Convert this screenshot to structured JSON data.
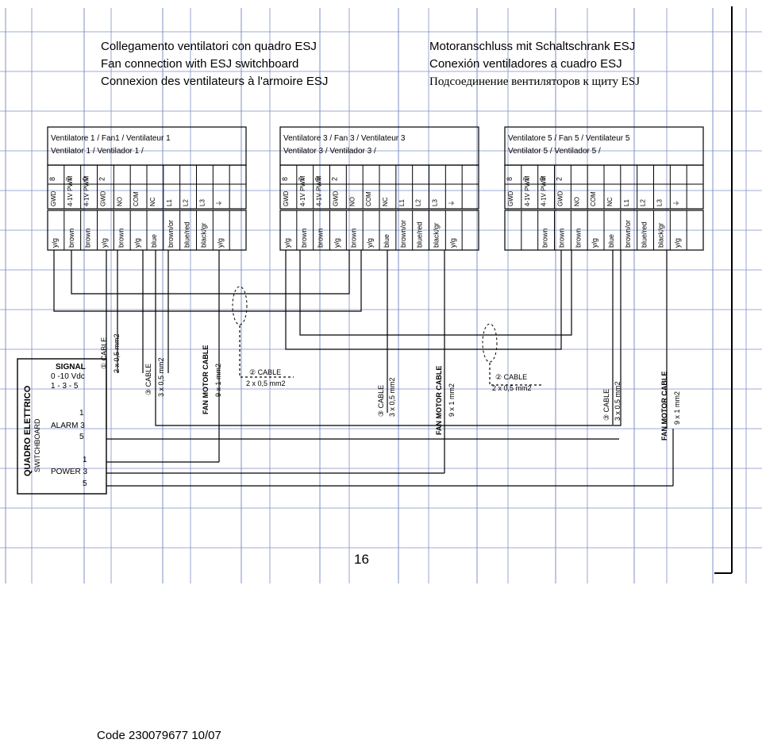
{
  "titles_left": [
    "Collegamento ventilatori con quadro ESJ",
    "Fan connection with ESJ switchboard",
    "Connexion des ventilateurs à l'armoire ESJ"
  ],
  "titles_right": [
    "Motoranschluss mit Schaltschrank ESJ",
    "Conexión ventiladores a cuadro ESJ",
    "Подсоединение вентиляторов к щиту ESJ"
  ],
  "fans": [
    {
      "header": [
        "Ventilatore 1   /   Fan1   /   Ventilateur 1",
        "Ventilator 1   /  Ventilador 1  /"
      ],
      "pins": [
        "8",
        "7",
        "0",
        "2",
        "",
        "",
        "",
        "",
        "",
        ""
      ],
      "terminals": [
        "GWD",
        "4-1V PWM",
        "4-1V PWM",
        "GWD",
        "NO",
        "COM",
        "NC",
        "L1",
        "L2",
        "L3",
        "⏚"
      ],
      "wires": [
        "y/g",
        "brown",
        "brown",
        "y/g",
        "brown",
        "y/g",
        "blue",
        "brown/or",
        "blue/red",
        "black/gr",
        "y/g"
      ]
    },
    {
      "header": [
        "Ventilatore 3   /   Fan 3   /   Ventilateur 3",
        "Ventilator 3   /  Ventilador 3  /"
      ],
      "pins": [
        "8",
        "7",
        "3",
        "2",
        "",
        "",
        "",
        "",
        "",
        ""
      ],
      "terminals": [
        "GWD",
        "4-1V PWM",
        "4-1V PWM",
        "GWD",
        "NO",
        "COM",
        "NC",
        "L1",
        "L2",
        "L3",
        "⏚"
      ],
      "wires": [
        "y/g",
        "brown",
        "brown",
        "y/g",
        "brown",
        "y/g",
        "blue",
        "brown/or",
        "blue/red",
        "black/gr",
        "y/g"
      ]
    },
    {
      "header": [
        "Ventilatore 5   /   Fan 5   /   Ventilateur 5",
        "Ventilator 5   /  Ventilador 5  /"
      ],
      "pins": [
        "8",
        "7",
        "3",
        "2",
        "",
        "",
        "",
        "",
        "",
        ""
      ],
      "terminals": [
        "GWD",
        "4-1V PWM",
        "4-1V PWM",
        "GWD",
        "NO",
        "COM",
        "NC",
        "L1",
        "L2",
        "L3",
        "⏚"
      ],
      "wires": [
        "",
        "",
        "brown",
        "brown",
        "brown",
        "y/g",
        "blue",
        "brown/or",
        "blue/red",
        "black/gr",
        "y/g"
      ]
    }
  ],
  "panel": {
    "title": "QUADRO ELETTRICO",
    "subtitle": "SWITCHBOARD",
    "signal": [
      "SIGNAL",
      "0 -10 Vdc",
      "1 - 3 - 5"
    ],
    "alarm": [
      "1",
      "ALARM 3",
      "5"
    ],
    "power": [
      "1",
      "POWER 3",
      "5"
    ]
  },
  "cables": {
    "c1": [
      "① CABLE",
      "2 x 0,5 mm2"
    ],
    "c3a": [
      "③ CABLE",
      "3 x 0,5 mm2"
    ],
    "fm1": [
      "FAN MOTOR CABLE",
      "9 x 1 mm2"
    ],
    "c2": [
      "② CABLE",
      "2 x 0,5 mm2"
    ],
    "c3b": [
      "③ CABLE",
      "3 x 0,5 mm2"
    ],
    "fm2": [
      "FAN MOTOR CABLE",
      "9 x 1 mm2"
    ],
    "c2b": [
      "② CABLE",
      "2 x 0,5 mm2"
    ],
    "c3c": [
      "③ CABLE",
      "3 x 0,5 mm2"
    ],
    "fm3": [
      "FAN MOTOR CABLE",
      "9 x 1 mm2"
    ]
  },
  "page_number": "16",
  "footer": "Code 230079677 10/07",
  "colors": {
    "grid": "#7f8fc7",
    "line": "#000000"
  }
}
